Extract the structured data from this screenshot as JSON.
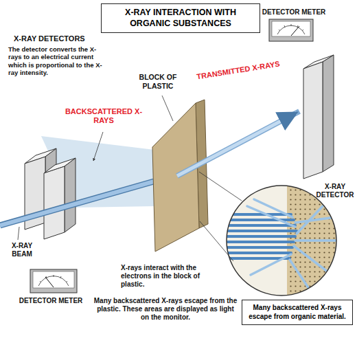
{
  "diagram": {
    "title": "X-RAY INTERACTION WITH ORGANIC SUBSTANCES",
    "nodes": [
      {
        "text": [
          "Many backscattered X-rays escape from organic material."
        ]
      }
    ],
    "labels": [
      "X-RAY DETECTORS",
      "The detector converts the X-rays to an electrical current which is proportional to the X-ray intensity.",
      "DETECTOR METER",
      "BLOCK OF PLASTIC",
      "TRANSMITTED X-RAYS",
      "BACKSCATTERED X-RAYS",
      "X-RAY DETECTOR",
      "X-rays interact with the electrons in the block of plastic.",
      "X-RAY BEAM",
      "DETECTOR METER",
      "Many backscattered X-rays escape from the plastic. These areas are displayed as light on the monitor."
    ]
  }
}
